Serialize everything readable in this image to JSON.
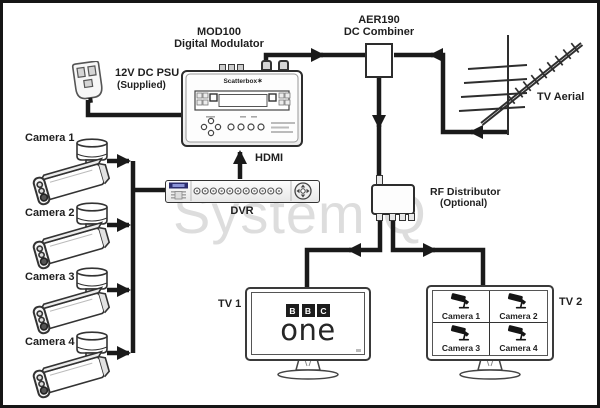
{
  "watermark": {
    "text": "System Q"
  },
  "modulator": {
    "name": "MOD100",
    "type": "Digital Modulator",
    "brand": "Scatterbox",
    "brand_star": "✶"
  },
  "psu": {
    "name": "12V DC PSU",
    "note": "(Supplied)"
  },
  "combiner": {
    "name": "AER190",
    "type": "DC Combiner"
  },
  "aerial": {
    "label": "TV Aerial"
  },
  "hdmi": {
    "label": "HDMI"
  },
  "dvr": {
    "label": "DVR"
  },
  "distributor": {
    "name": "RF Distributor",
    "note": "(Optional)"
  },
  "tv1": {
    "label": "TV 1",
    "logo": {
      "blocks": [
        "B",
        "B",
        "C"
      ],
      "wordmark": "one"
    }
  },
  "tv2": {
    "label": "TV 2",
    "cells": [
      "Camera 1",
      "Camera 2",
      "Camera 3",
      "Camera 4"
    ]
  },
  "cameras": [
    {
      "label": "Camera 1"
    },
    {
      "label": "Camera 2"
    },
    {
      "label": "Camera 3"
    },
    {
      "label": "Camera 4"
    }
  ],
  "colors": {
    "cable": "#1a1a1a",
    "outline": "#333333",
    "dvr_badge": "#2b2d6e",
    "bbc_block": "#1c1c1c",
    "watermark": "#9a9a9a"
  }
}
